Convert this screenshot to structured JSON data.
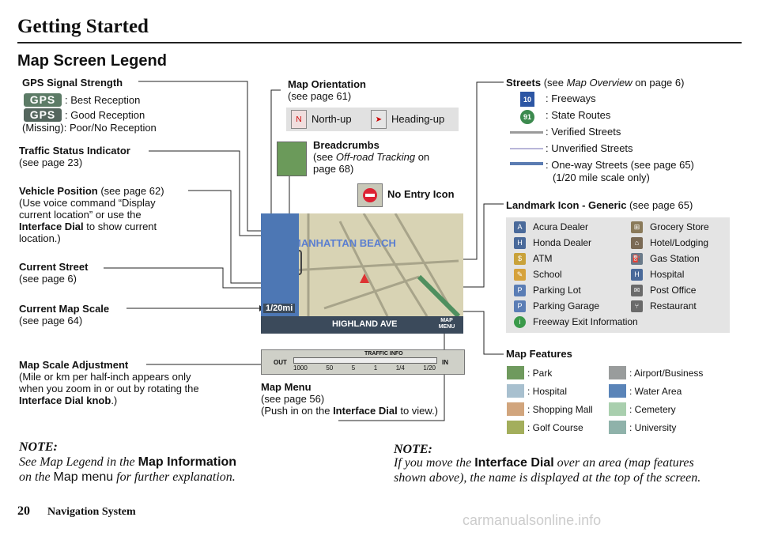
{
  "header": {
    "title": "Getting Started",
    "page_title": "Map Screen Legend"
  },
  "gps": {
    "heading": "GPS Signal Strength",
    "icon_text": "GPS",
    "best": ": Best Reception",
    "good": ": Good Reception",
    "missing": "(Missing): Poor/No Reception"
  },
  "traffic": {
    "heading": "Traffic Status Indicator",
    "ref": "(see page 23)"
  },
  "vehicle": {
    "heading": "Vehicle Position",
    "ref": " (see page 62)",
    "line1": "(Use voice command “Display",
    "line2": "current location” or use the",
    "line3_bold": "Interface Dial",
    "line3_rest": " to show current",
    "line4": "location.)"
  },
  "current_street": {
    "heading": "Current Street",
    "ref": "(see page 6)"
  },
  "current_scale": {
    "heading": "Current Map Scale",
    "ref": "(see page 64)"
  },
  "scale_adjust": {
    "heading": "Map Scale Adjustment",
    "line1": "(Mile or km per half-inch appears only",
    "line2": "when you zoom in or out by rotating the",
    "line3_bold": "Interface Dial knob",
    "line3_rest": ".)"
  },
  "orientation": {
    "heading": "Map Orientation",
    "ref": "(see page 61)",
    "north_up": "North-up",
    "heading_up": "Heading-up"
  },
  "breadcrumbs": {
    "heading": "Breadcrumbs",
    "ref_pre": "(see ",
    "ref_italic": "Off-road Tracking",
    "ref_post": " on",
    "ref_line2": "page 68)"
  },
  "no_entry": {
    "heading": "No Entry Icon"
  },
  "map_menu": {
    "heading": "Map Menu",
    "ref": "(see page 56)",
    "line_pre": "(Push in on the ",
    "line_bold": "Interface Dial",
    "line_post": " to view.)"
  },
  "map_shot": {
    "area_label": "MANHATTAN BEACH",
    "street": "HIGHLAND AVE",
    "scale": "1/20mi",
    "menu": "MAP MENU",
    "traffic_info": "TRAFFIC INFO",
    "out": "OUT",
    "in": "IN",
    "scale_ticks": [
      "1000",
      "50",
      "5",
      "1",
      "1/4",
      "1/20"
    ]
  },
  "streets": {
    "heading": "Streets",
    "ref_pre": " (see ",
    "ref_italic": "Map Overview",
    "ref_post": " on page 6)",
    "items": [
      {
        "label": ": Freeways",
        "shield": "10"
      },
      {
        "label": ": State Routes",
        "shield": "91"
      },
      {
        "label": ": Verified Streets"
      },
      {
        "label": ": Unverified Streets"
      },
      {
        "label": ": One-way Streets (see page 65)"
      }
    ],
    "scale_note": "(1/20 mile scale only)"
  },
  "landmark": {
    "heading": "Landmark Icon - Generic",
    "ref": " (see page 65)",
    "left": [
      "Acura Dealer",
      "Honda Dealer",
      "ATM",
      "School",
      "Parking Lot",
      "Parking Garage",
      "Freeway Exit Information"
    ],
    "right": [
      "Grocery Store",
      "Hotel/Lodging",
      "Gas Station",
      "Hospital",
      "Post Office",
      "Restaurant"
    ]
  },
  "features": {
    "heading": "Map Features",
    "left": [
      {
        "label": ": Park",
        "color": "#6f9a5e"
      },
      {
        "label": ": Hospital",
        "color": "#a8c0cf"
      },
      {
        "label": ": Shopping Mall",
        "color": "#d1a57d"
      },
      {
        "label": ": Golf Course",
        "color": "#a3ae5c"
      }
    ],
    "right": [
      {
        "label": ": Airport/Business",
        "color": "#999c9c"
      },
      {
        "label": ": Water Area",
        "color": "#5a84b8"
      },
      {
        "label": ": Cemetery",
        "color": "#a9cfae"
      },
      {
        "label": ": University",
        "color": "#8fb2aa"
      }
    ]
  },
  "note_left": {
    "heading": "NOTE:",
    "l1_pre": "See Map Legend in the ",
    "l1_bold": "Map Information",
    "l2_pre": "on the ",
    "l2_sans": "Map menu",
    "l2_post": " for further explanation."
  },
  "note_right": {
    "heading": "NOTE:",
    "l1_pre": "If you move the ",
    "l1_bold": "Interface Dial",
    "l1_post": " over an area (map features",
    "l2": "shown above), the name is displayed at the top of the screen."
  },
  "footer": {
    "page_number": "20",
    "label": "Navigation System"
  },
  "watermark": "carmanualsonline.info"
}
